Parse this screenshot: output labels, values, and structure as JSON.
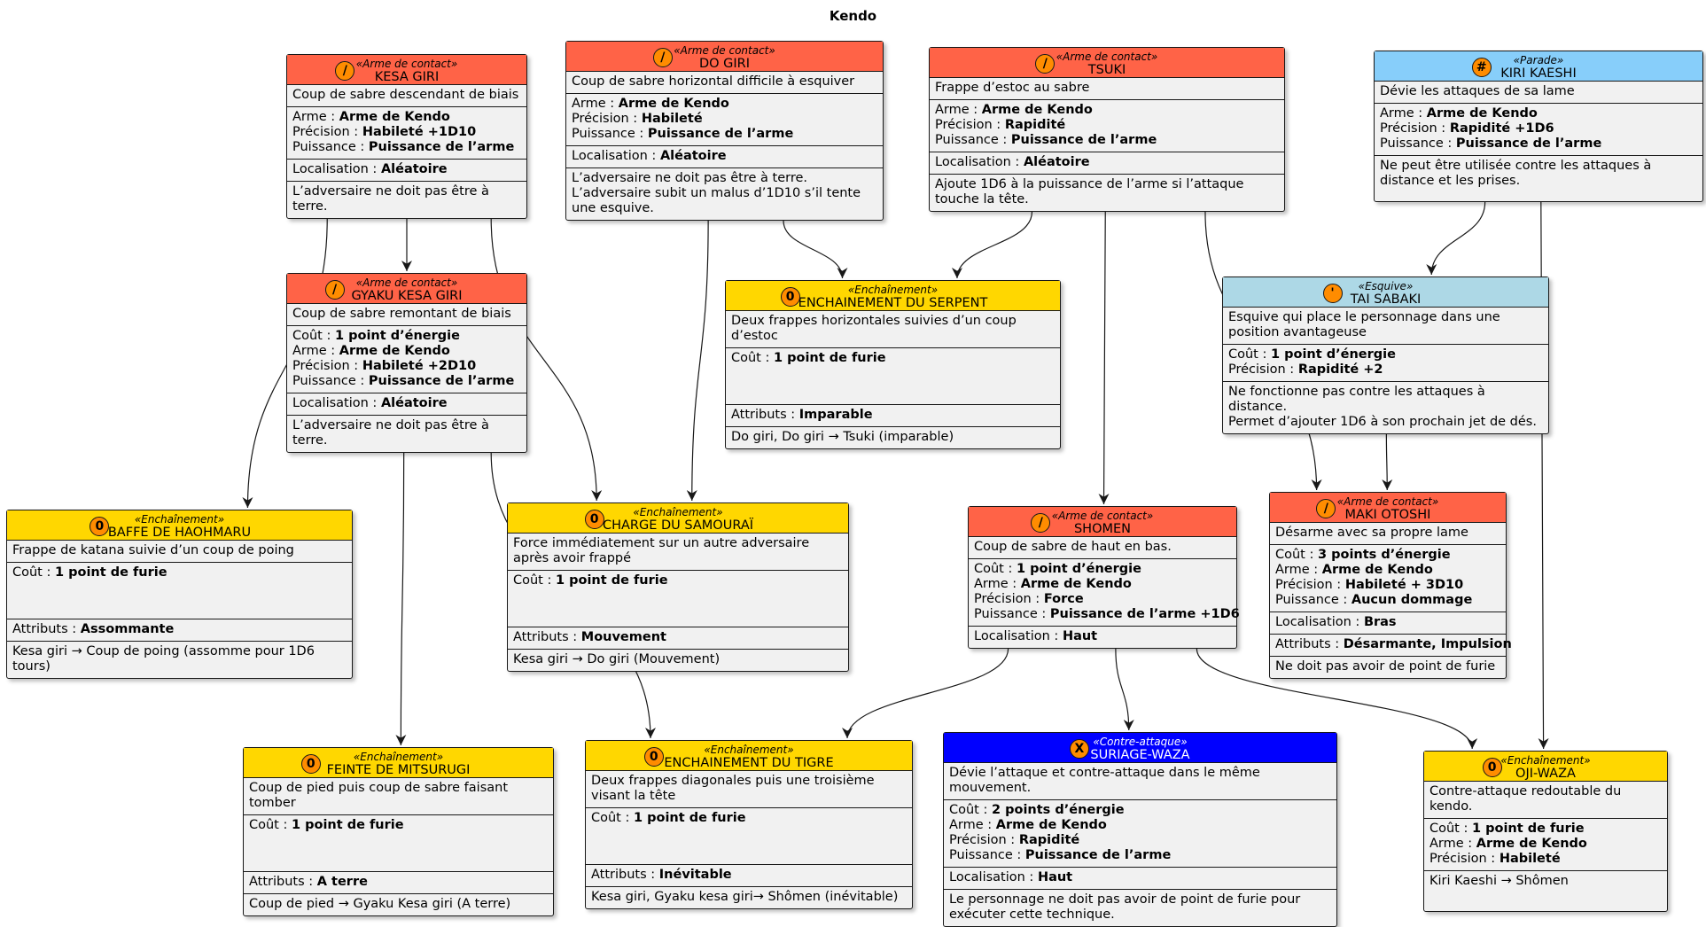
{
  "title": "Kendo",
  "colors": {
    "contact": "#ff6347",
    "enchainement": "#ffd700",
    "parade": "#87cefa",
    "esquive": "#add8e6",
    "contre": "#0000ff",
    "badge": "#ff8c00",
    "border": "#181818",
    "body": "#f1f1f1"
  },
  "nodes": [
    {
      "id": "kesa",
      "stereotype": "«Arme de contact»",
      "name": "KESA GIRI",
      "badge": "/",
      "kind": "contact",
      "sections": [
        [
          {
            "t": "Coup de sabre descendant de biais"
          }
        ],
        [
          {
            "l": "Arme : ",
            "v": "Arme de Kendo"
          },
          {
            "l": "Précision : ",
            "v": "Habileté +1D10"
          },
          {
            "l": "Puissance : ",
            "v": "Puissance de l’arme"
          }
        ],
        [
          {
            "l": "Localisation : ",
            "v": "Aléatoire"
          }
        ],
        [
          {
            "t": "L’adversaire ne doit pas être à terre."
          }
        ]
      ]
    },
    {
      "id": "do",
      "stereotype": "«Arme de contact»",
      "name": "DO GIRI",
      "badge": "/",
      "kind": "contact",
      "sections": [
        [
          {
            "t": "Coup de sabre horizontal difficile à esquiver"
          }
        ],
        [
          {
            "l": "Arme : ",
            "v": "Arme de Kendo"
          },
          {
            "l": "Précision : ",
            "v": "Habileté"
          },
          {
            "l": "Puissance : ",
            "v": "Puissance de l’arme"
          }
        ],
        [
          {
            "l": "Localisation : ",
            "v": "Aléatoire"
          }
        ],
        [
          {
            "t": "L’adversaire ne doit pas être à terre."
          },
          {
            "t": "L’adversaire subit un malus d’1D10 s’il tente une esquive."
          }
        ]
      ]
    },
    {
      "id": "tsuki",
      "stereotype": "«Arme de contact»",
      "name": "TSUKI",
      "badge": "/",
      "kind": "contact",
      "sections": [
        [
          {
            "t": "Frappe d’estoc au sabre"
          }
        ],
        [
          {
            "l": "Arme : ",
            "v": "Arme de Kendo"
          },
          {
            "l": "Précision : ",
            "v": "Rapidité"
          },
          {
            "l": "Puissance : ",
            "v": "Puissance de l’arme"
          }
        ],
        [
          {
            "l": "Localisation : ",
            "v": "Aléatoire"
          }
        ],
        [
          {
            "t": "Ajoute 1D6 à la puissance de l’arme si l’attaque touche la tête."
          }
        ]
      ]
    },
    {
      "id": "kiri",
      "stereotype": "«Parade»",
      "name": "KIRI KAESHI",
      "badge": "#",
      "kind": "parade",
      "sections": [
        [
          {
            "t": "Dévie les attaques de sa lame"
          }
        ],
        [
          {
            "l": "Arme : ",
            "v": "Arme de Kendo"
          },
          {
            "l": "Précision : ",
            "v": "Rapidité +1D6"
          },
          {
            "l": "Puissance : ",
            "v": "Puissance de l’arme"
          }
        ],
        [
          {
            "t": "Ne peut être utilisée contre les attaques à distance et les prises."
          }
        ]
      ]
    },
    {
      "id": "gyaku",
      "stereotype": "«Arme de contact»",
      "name": "GYAKU KESA GIRI",
      "badge": "/",
      "kind": "contact",
      "sections": [
        [
          {
            "t": "Coup de sabre remontant de biais"
          }
        ],
        [
          {
            "l": "Coût : ",
            "v": "1 point d’énergie"
          },
          {
            "l": "Arme : ",
            "v": "Arme de Kendo"
          },
          {
            "l": "Précision : ",
            "v": "Habileté +2D10"
          },
          {
            "l": "Puissance : ",
            "v": "Puissance de l’arme"
          }
        ],
        [
          {
            "l": "Localisation : ",
            "v": "Aléatoire"
          }
        ],
        [
          {
            "t": "L’adversaire ne doit pas être à terre."
          }
        ]
      ]
    },
    {
      "id": "serpent",
      "stereotype": "«Enchaînement»",
      "name": "ENCHAINEMENT DU SERPENT",
      "badge": "0",
      "kind": "enchainement",
      "sections": [
        [
          {
            "t": "Deux frappes horizontales suivies d’un coup d’estoc"
          }
        ],
        [
          {
            "l": "Coût : ",
            "v": "1 point de furie"
          }
        ],
        [
          {
            "l": "Attributs : ",
            "v": "Imparable"
          }
        ],
        [
          {
            "t": "Do giri, Do giri → Tsuki (imparable)"
          }
        ]
      ]
    },
    {
      "id": "tai",
      "stereotype": "«Esquive»",
      "name": "TAI SABAKI",
      "badge": "'",
      "kind": "esquive",
      "sections": [
        [
          {
            "t": "Esquive qui place le personnage dans une position avantageuse"
          }
        ],
        [
          {
            "l": "Coût : ",
            "v": "1 point d’énergie"
          },
          {
            "l": "Précision : ",
            "v": "Rapidité +2"
          }
        ],
        [
          {
            "t": "Ne fonctionne pas contre les attaques à distance."
          },
          {
            "t": "Permet d’ajouter 1D6 à son prochain jet de dés."
          }
        ]
      ]
    },
    {
      "id": "baffe",
      "stereotype": "«Enchaînement»",
      "name": "BAFFE DE HAOHMARU",
      "badge": "0",
      "kind": "enchainement",
      "sections": [
        [
          {
            "t": "Frappe de katana suivie d’un coup de poing"
          }
        ],
        [
          {
            "l": "Coût : ",
            "v": "1 point de furie"
          }
        ],
        [
          {
            "l": "Attributs : ",
            "v": "Assommante"
          }
        ],
        [
          {
            "t": "Kesa giri → Coup de poing (assomme pour 1D6 tours)"
          }
        ]
      ]
    },
    {
      "id": "charge",
      "stereotype": "«Enchaînement»",
      "name": "CHARGE DU SAMOURAÏ",
      "badge": "0",
      "kind": "enchainement",
      "sections": [
        [
          {
            "t": "Force immédiatement sur un autre adversaire après avoir frappé"
          }
        ],
        [
          {
            "l": "Coût : ",
            "v": "1 point de furie"
          }
        ],
        [
          {
            "l": "Attributs : ",
            "v": "Mouvement"
          }
        ],
        [
          {
            "t": "Kesa giri → Do giri (Mouvement)"
          }
        ]
      ]
    },
    {
      "id": "shomen",
      "stereotype": "«Arme de contact»",
      "name": "SHOMEN",
      "badge": "/",
      "kind": "contact",
      "sections": [
        [
          {
            "t": "Coup de sabre de haut en bas."
          }
        ],
        [
          {
            "l": "Coût : ",
            "v": "1 point d’énergie"
          },
          {
            "l": "Arme : ",
            "v": "Arme de Kendo"
          },
          {
            "l": "Précision : ",
            "v": "Force"
          },
          {
            "l": "Puissance : ",
            "v": "Puissance de l’arme +1D6"
          }
        ],
        [
          {
            "l": "Localisation : ",
            "v": "Haut"
          }
        ]
      ]
    },
    {
      "id": "maki",
      "stereotype": "«Arme de contact»",
      "name": "MAKI OTOSHI",
      "badge": "/",
      "kind": "contact",
      "sections": [
        [
          {
            "t": "Désarme avec sa propre lame"
          }
        ],
        [
          {
            "l": "Coût : ",
            "v": "3 points d’énergie"
          },
          {
            "l": "Arme : ",
            "v": "Arme de Kendo"
          },
          {
            "l": "Précision : ",
            "v": "Habileté + 3D10"
          },
          {
            "l": "Puissance : ",
            "v": "Aucun dommage"
          }
        ],
        [
          {
            "l": "Localisation : ",
            "v": "Bras"
          }
        ],
        [
          {
            "l": "Attributs : ",
            "v": "Désarmante, Impulsion"
          }
        ],
        [
          {
            "t": "Ne doit pas avoir de point de furie"
          }
        ]
      ]
    },
    {
      "id": "mitsurugi",
      "stereotype": "«Enchaînement»",
      "name": "FEINTE DE MITSURUGI",
      "badge": "0",
      "kind": "enchainement",
      "sections": [
        [
          {
            "t": "Coup de pied puis coup de sabre faisant tomber"
          }
        ],
        [
          {
            "l": "Coût : ",
            "v": "1 point de furie"
          }
        ],
        [
          {
            "l": "Attributs : ",
            "v": "A terre"
          }
        ],
        [
          {
            "t": "Coup de pied → Gyaku Kesa giri (A terre)"
          }
        ]
      ]
    },
    {
      "id": "tigre",
      "stereotype": "«Enchaînement»",
      "name": "ENCHAINEMENT DU TIGRE",
      "badge": "0",
      "kind": "enchainement",
      "sections": [
        [
          {
            "t": "Deux frappes diagonales puis une troisième visant la tête"
          }
        ],
        [
          {
            "l": "Coût : ",
            "v": "1 point de furie"
          }
        ],
        [
          {
            "l": "Attributs : ",
            "v": "Inévitable"
          }
        ],
        [
          {
            "t": "Kesa giri, Gyaku kesa giri→ Shômen (inévitable)"
          }
        ]
      ]
    },
    {
      "id": "suriage",
      "stereotype": "«Contre-attaque»",
      "name": "SURIAGE-WAZA",
      "badge": "X",
      "kind": "contre",
      "sections": [
        [
          {
            "t": "Dévie l’attaque et contre-attaque dans le même mouvement."
          }
        ],
        [
          {
            "l": "Coût : ",
            "v": "2 points d’énergie"
          },
          {
            "l": "Arme : ",
            "v": "Arme de Kendo"
          },
          {
            "l": "Précision : ",
            "v": "Rapidité"
          },
          {
            "l": "Puissance : ",
            "v": "Puissance de l’arme"
          }
        ],
        [
          {
            "l": "Localisation : ",
            "v": "Haut"
          }
        ],
        [
          {
            "t": "Le personnage ne doit pas avoir de point de furie pour exécuter cette technique."
          }
        ]
      ]
    },
    {
      "id": "oji",
      "stereotype": "«Enchaînement»",
      "name": "OJI-WAZA",
      "badge": "0",
      "kind": "enchainement",
      "sections": [
        [
          {
            "t": "Contre-attaque redoutable du kendo."
          }
        ],
        [
          {
            "l": "Coût : ",
            "v": "1 point de furie"
          },
          {
            "l": "Arme : ",
            "v": "Arme de Kendo"
          },
          {
            "l": "Précision : ",
            "v": "Habileté"
          }
        ],
        [
          {
            "t": "Kiri Kaeshi → Shômen"
          }
        ]
      ]
    }
  ],
  "edges": [
    [
      "kesa",
      "gyaku"
    ],
    [
      "kesa",
      "baffe"
    ],
    [
      "kesa",
      "charge"
    ],
    [
      "do",
      "serpent"
    ],
    [
      "do",
      "charge"
    ],
    [
      "tsuki",
      "serpent"
    ],
    [
      "tsuki",
      "shomen"
    ],
    [
      "tsuki",
      "maki"
    ],
    [
      "kiri",
      "tai"
    ],
    [
      "kiri",
      "oji"
    ],
    [
      "tai",
      "maki"
    ],
    [
      "gyaku",
      "mitsurugi"
    ],
    [
      "gyaku",
      "tigre"
    ],
    [
      "shomen",
      "tigre"
    ],
    [
      "shomen",
      "suriage"
    ],
    [
      "shomen",
      "oji"
    ]
  ]
}
